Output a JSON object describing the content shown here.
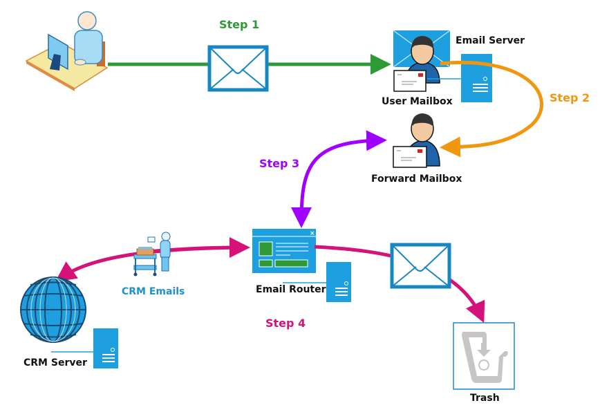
{
  "labels": {
    "email_server": "Email Server",
    "user_mailbox": "User Mailbox",
    "forward_mailbox": "Forward Mailbox",
    "email_router": "Email Router",
    "crm_emails": "CRM Emails",
    "crm_server": "CRM Server",
    "trash": "Trash"
  },
  "steps": [
    {
      "label": "Step 1",
      "color": "#2e9a35"
    },
    {
      "label": "Step 2",
      "color": "#f0960f"
    },
    {
      "label": "Step 3",
      "color": "#a000ff"
    },
    {
      "label": "Step 4",
      "color": "#d5127a"
    }
  ],
  "colors": {
    "accent_blue": "#1ea0e0",
    "envelope_blue": "#1787c3",
    "crm_label": "#1e90d0",
    "trash_gray": "#c6c6c6"
  },
  "icons": [
    "user-at-computer-icon",
    "envelope-icon",
    "mailbox-user-icon",
    "server-icon",
    "email-router-window-icon",
    "mail-cart-icon",
    "globe-icon",
    "trash-bin-icon"
  ]
}
